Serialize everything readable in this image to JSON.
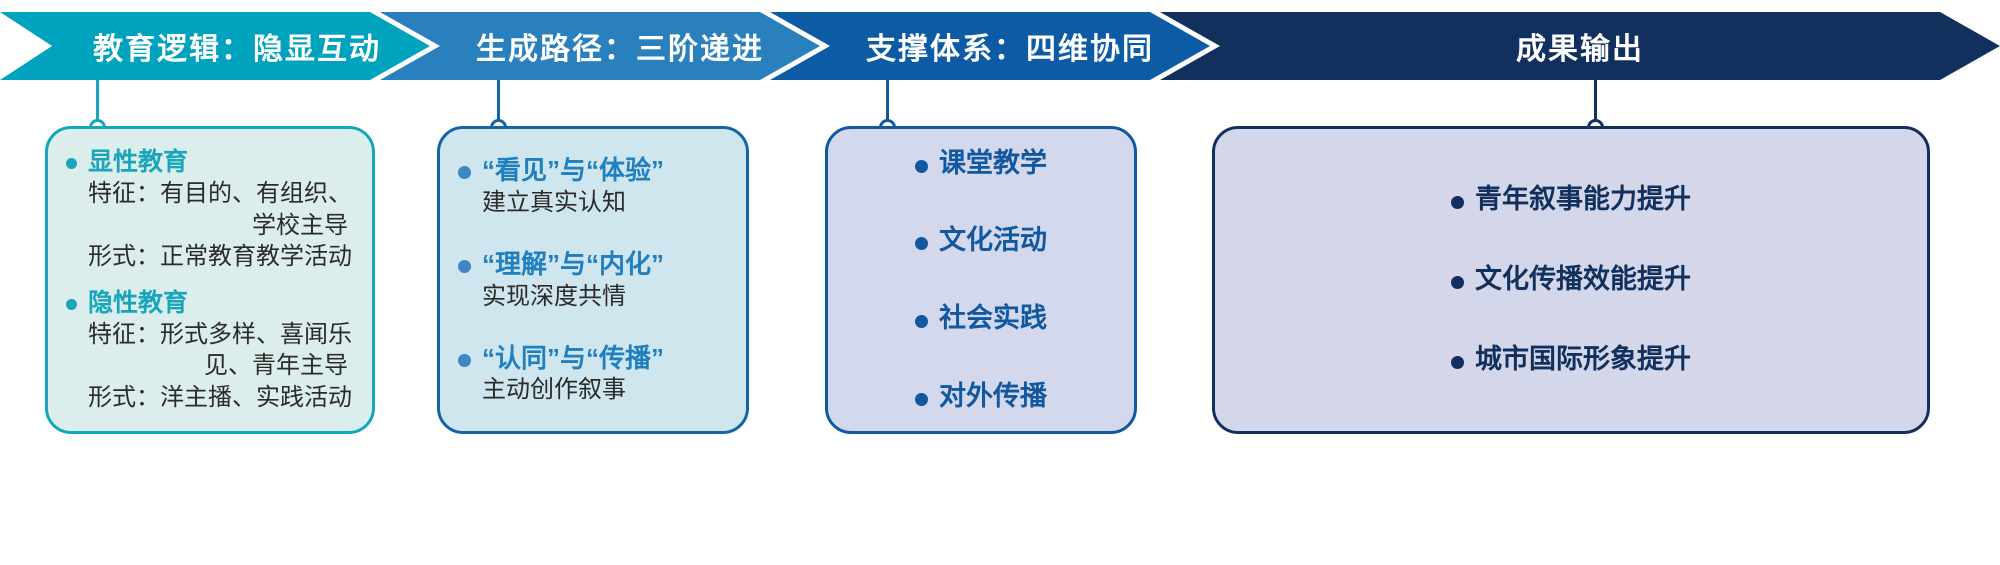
{
  "ribbon": {
    "steps": [
      {
        "label": "教育逻辑：隐显互动",
        "color": "#00a3bd"
      },
      {
        "label": "生成路径：三阶递进",
        "color": "#2a80bd"
      },
      {
        "label": "支撑体系：四维协同",
        "color": "#0e5ba5"
      },
      {
        "label": "成果输出",
        "color": "#12305e"
      }
    ]
  },
  "cards": [
    {
      "accent": "#16a5bd",
      "fill": "#dceeec",
      "groups": [
        {
          "title": "显性教育",
          "lines": [
            "特征：有目的、有组织、",
            "学校主导",
            "形式：正常教育教学活动"
          ]
        },
        {
          "title": "隐性教育",
          "lines": [
            "特征：形式多样、喜闻乐",
            "见、青年主导",
            "形式：洋主播、实践活动"
          ]
        }
      ]
    },
    {
      "accent": "#1266a8",
      "fill": "#cfe6ef",
      "groups": [
        {
          "title": "“看见”与“体验”",
          "lines": [
            "建立真实认知"
          ]
        },
        {
          "title": "“理解”与“内化”",
          "lines": [
            "实现深度共情"
          ]
        },
        {
          "title": "“认同”与“传播”",
          "lines": [
            "主动创作叙事"
          ]
        }
      ]
    },
    {
      "accent": "#1258a0",
      "fill": "#d3d8ec",
      "items": [
        "课堂教学",
        "文化活动",
        "社会实践",
        "对外传播"
      ]
    },
    {
      "accent": "#12305e",
      "fill": "#d4d7ea",
      "items": [
        "青年叙事能力提升",
        "文化传播效能提升",
        "城市国际形象提升"
      ]
    }
  ]
}
